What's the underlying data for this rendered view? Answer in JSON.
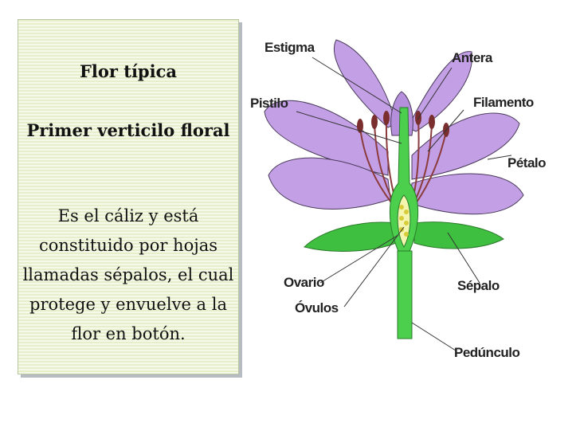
{
  "text_box": {
    "title": "Flor típica",
    "subtitle": "Primer verticilo floral",
    "body": "Es el cáliz y está constituido por hojas llamadas sépalos, el cual protege y envuelve a la flor en botón."
  },
  "diagram": {
    "labels": {
      "estigma": "Estigma",
      "antera": "Antera",
      "pistilo": "Pistilo",
      "filamento": "Filamento",
      "petalo": "Pétalo",
      "ovario": "Ovario",
      "sepalo": "Sépalo",
      "ovulos": "Óvulos",
      "peduncul": "Pedúnculo"
    },
    "colors": {
      "petal": "#c39fe6",
      "petal_outline": "#4a3a5a",
      "stamen": "#8b3b3b",
      "sepal": "#3fbf3f",
      "ovule": "#eef07a"
    }
  }
}
